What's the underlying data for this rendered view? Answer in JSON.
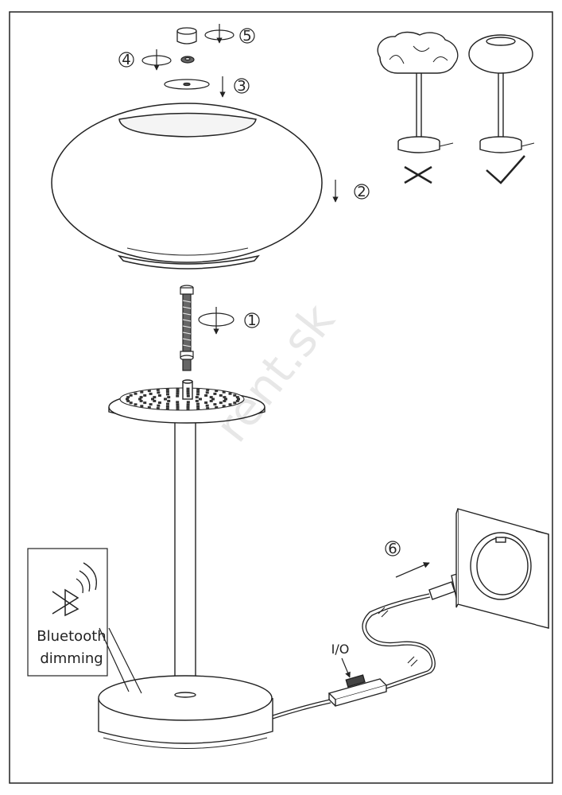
{
  "steps": [
    "1",
    "2",
    "3",
    "4",
    "5",
    "6"
  ],
  "callout": {
    "line1": "Bluetooth",
    "line2": "dimming"
  },
  "switch_label": "I/O",
  "watermark": "rent.sk",
  "colors": {
    "line": "#222222",
    "shade_fill": "#ffffff",
    "led_dot": "#333333"
  }
}
